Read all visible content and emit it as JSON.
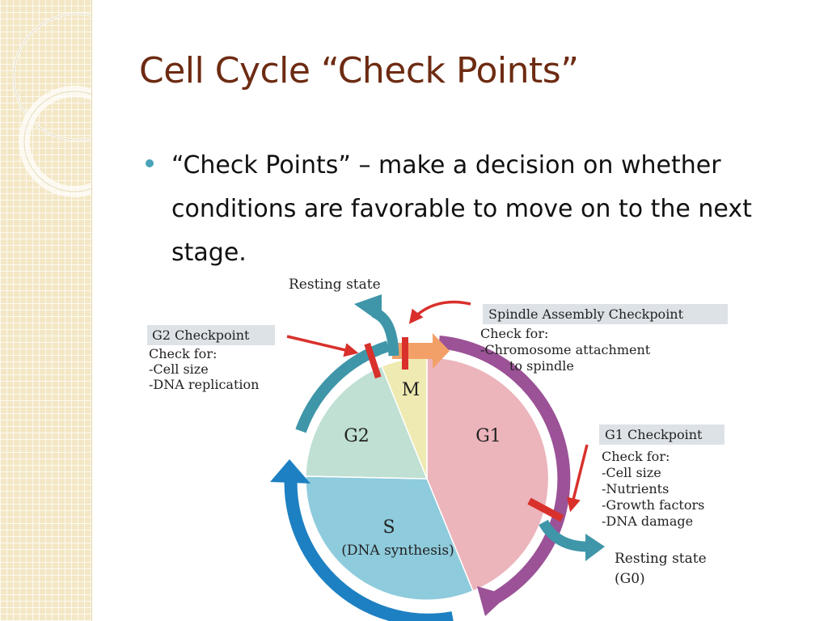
{
  "slide": {
    "title": "Cell Cycle “Check Points”",
    "bullet": "“Check  Points” – make a decision on whether conditions are favorable to move on to the next stage."
  },
  "diagram": {
    "phases": {
      "m": "M",
      "g1": "G1",
      "g2": "G2",
      "s": "S",
      "s_sub": "(DNA synthesis)"
    },
    "resting_state_top": "Resting state",
    "resting_state_bottom": [
      "Resting state",
      "(G0)"
    ],
    "spindle_checkpoint": {
      "title": "Spindle Assembly Checkpoint",
      "lines": [
        "Check for:",
        "-Chromosome attachment",
        "to spindle"
      ]
    },
    "g2_checkpoint": {
      "title": "G2 Checkpoint",
      "lines": [
        "Check for:",
        "-Cell size",
        "-DNA replication"
      ]
    },
    "g1_checkpoint": {
      "title": "G1 Checkpoint",
      "lines": [
        "Check for:",
        "-Cell size",
        "-Nutrients",
        "-Growth factors",
        "-DNA damage"
      ]
    },
    "colors": {
      "g1": "#ecb4bb",
      "g2": "#bfe0d2",
      "s": "#8ecbdc",
      "m": "#eeeab1",
      "purple_arc": "#9b5296",
      "teal_arc": "#3f96a8",
      "blue_arc": "#1d80c2",
      "checkpoint_red": "#d9302c",
      "label_box": "#dde2e7"
    }
  }
}
